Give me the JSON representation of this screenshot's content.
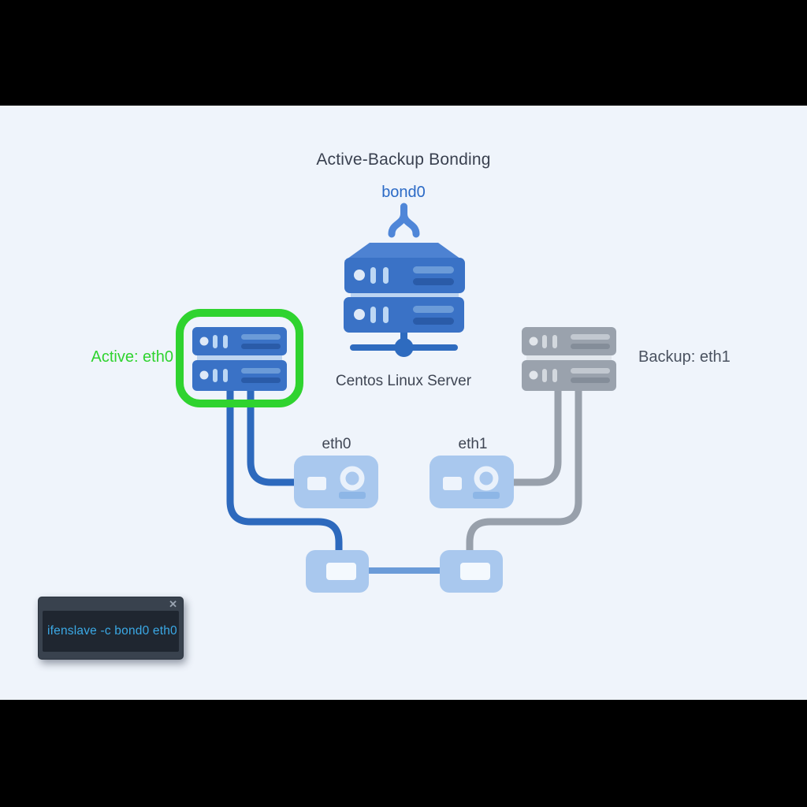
{
  "diagram": {
    "title": "Active-Backup Bonding",
    "bond_label": "bond0",
    "server_label": "Centos Linux Server",
    "active_label": "Active: eth0",
    "backup_label": "Backup: eth1",
    "nic0_label": "eth0",
    "nic1_label": "eth1"
  },
  "terminal": {
    "command": "ifenslave -c bond0 eth0",
    "close_label": "✕"
  },
  "colors": {
    "background": "#eff4fb",
    "letterbox": "#000000",
    "server_blue": "#3a72c6",
    "server_gray": "#9aa2ad",
    "panel_light_blue": "#a9c8ee",
    "active_green": "#2fd32f",
    "link_blue": "#2d69bd",
    "link_gray": "#98a0ab",
    "bond_text_blue": "#2b6ac6",
    "terminal_text": "#3ba9e6",
    "terminal_frame": "#39424e",
    "terminal_body": "#1f2630"
  }
}
